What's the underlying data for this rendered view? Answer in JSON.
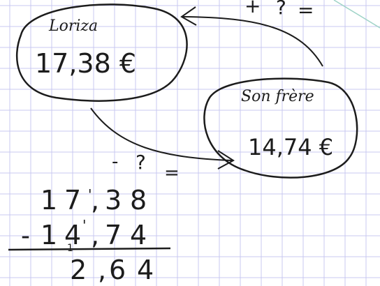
{
  "bubble_left": {
    "name": "Loriza",
    "amount": "17,38 €"
  },
  "bubble_right": {
    "name": "Son frère",
    "amount": "14,74 €"
  },
  "top_arrow_label": {
    "op": "+",
    "q": "?",
    "eq": "="
  },
  "bottom_arrow_label": {
    "op": "-",
    "q": "?",
    "eq": "="
  },
  "subtraction": {
    "minuend": [
      "1",
      "7",
      ",",
      "3",
      "8"
    ],
    "minus": "-",
    "subtrahend": [
      "1",
      "4",
      ",",
      "7",
      "4"
    ],
    "carry_marks": [
      "'",
      "'"
    ],
    "borrow_mark": "1",
    "result": [
      "2",
      ",",
      "6",
      "4"
    ]
  },
  "colors": {
    "grid_line": "#c8c8f0",
    "ink": "#1c1c1c",
    "paper": "#ffffff",
    "margin_line": "#9fd3c7"
  }
}
